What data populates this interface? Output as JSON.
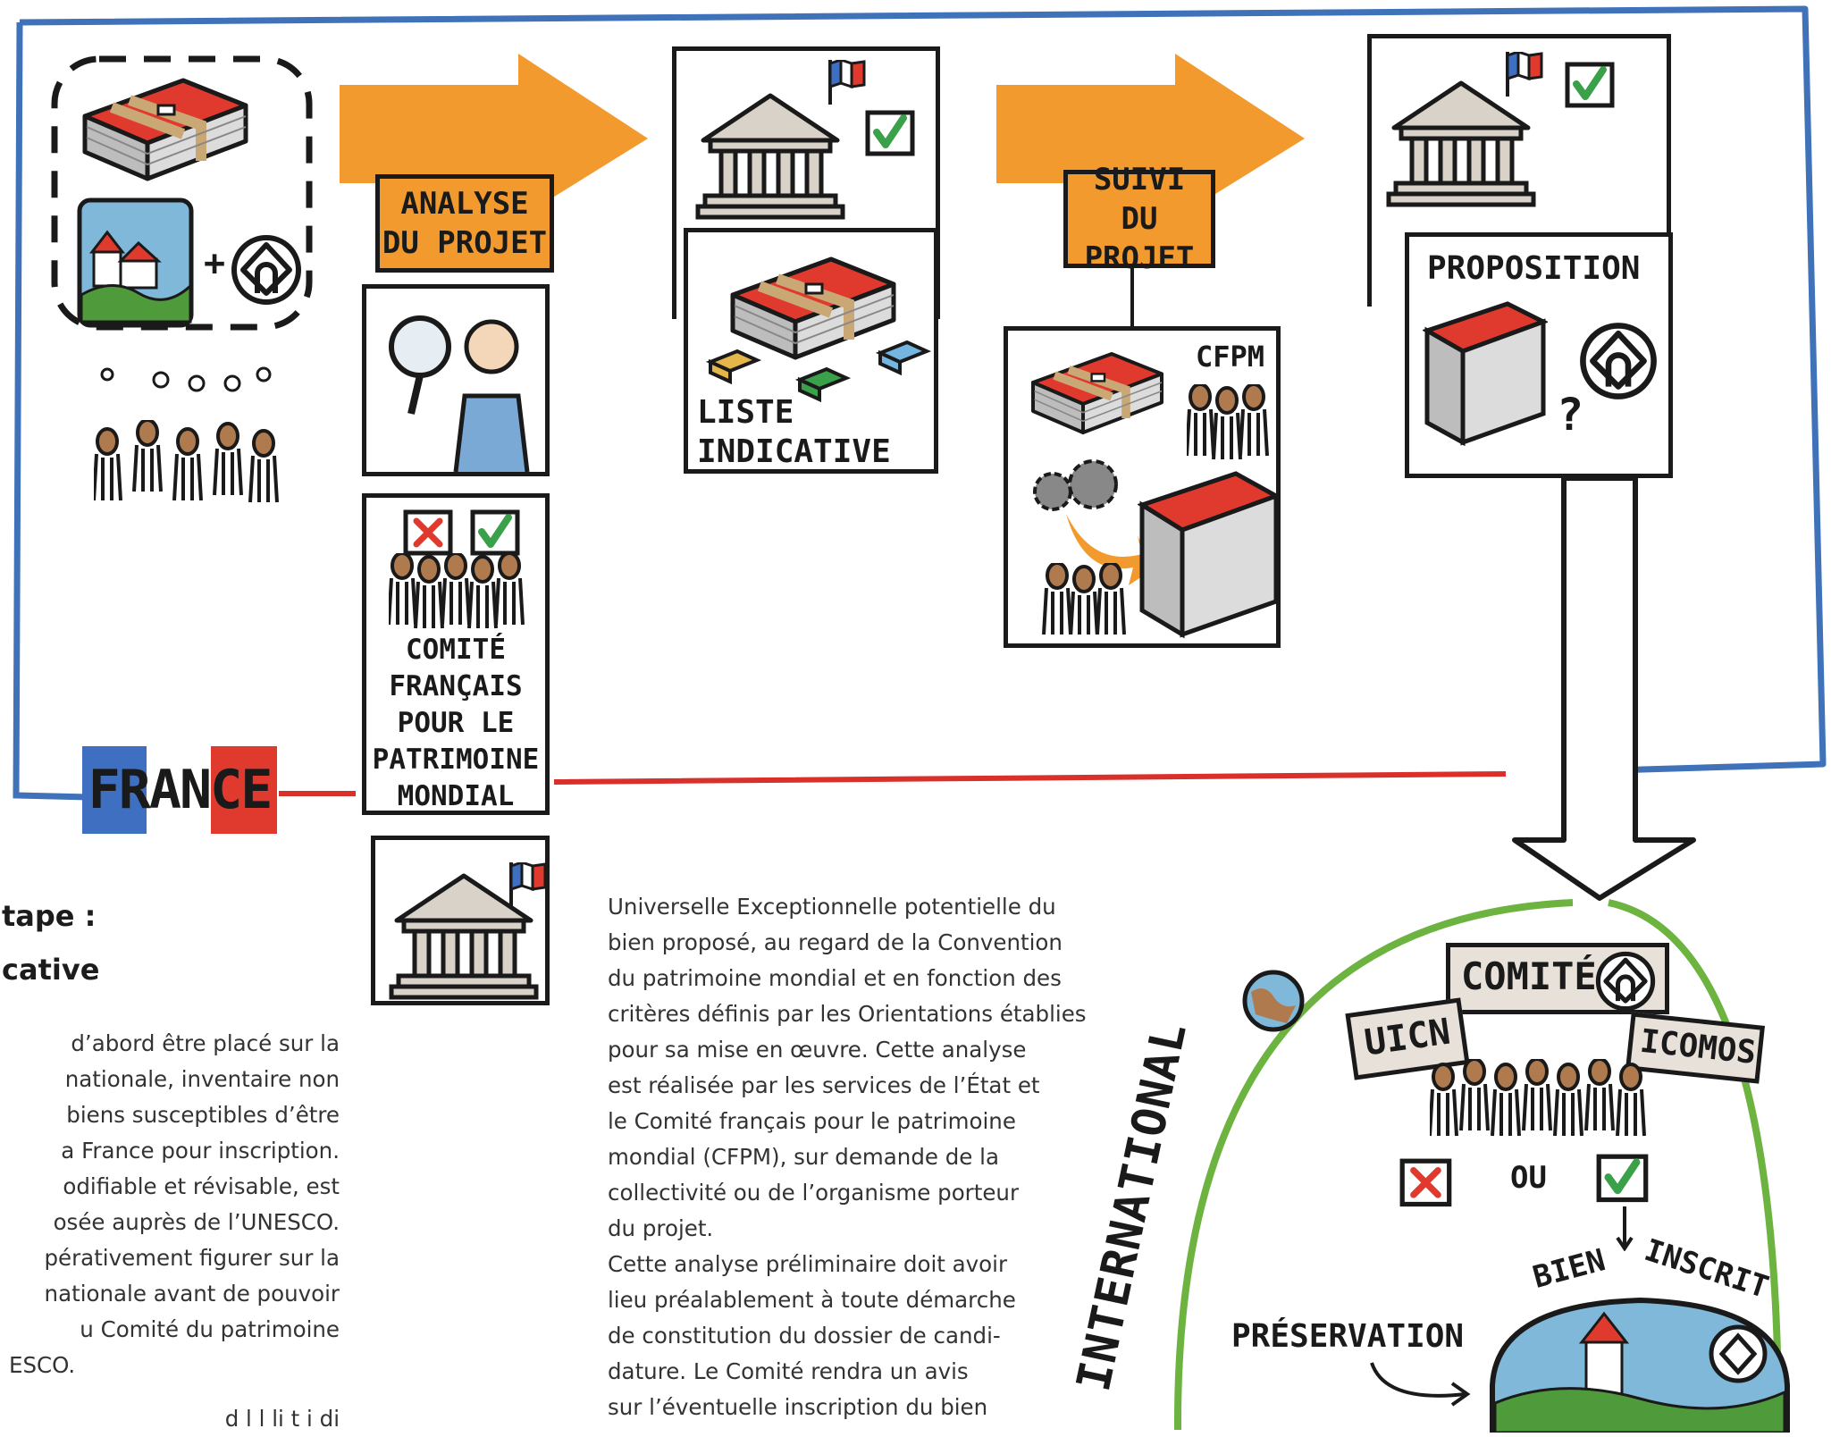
{
  "labels": {
    "analyse": "ANALYSE DU PROJET",
    "suivi": "SUIVI DU PROJET",
    "france": "FRANCE",
    "liste_indicative": "LISTE INDICATIVE",
    "cfpm": "CFPM",
    "proposition": "PROPOSITION",
    "comite_cfpm": "COMITÉ FRANÇAIS POUR LE PATRIMOINE MONDIAL",
    "international": "INTERNATIONAL",
    "comite": "COMITÉ",
    "uicn": "UICN",
    "icomos": "ICOMOS",
    "ou": "OU",
    "bien": "BIEN",
    "inscrit": "INSCRIT",
    "preservation": "PRÉSERVATION"
  },
  "left_text": {
    "heading_1": "tape :",
    "heading_2": "cative",
    "lines": [
      "d’abord être placé sur la",
      "nationale, inventaire non",
      "biens susceptibles d’être",
      "a France pour inscription.",
      "odifiable et révisable, est",
      "osée auprès de l’UNESCO.",
      "pérativement figurer sur la",
      "nationale avant de pouvoir",
      "u Comité du patrimoine",
      "ESCO.",
      "",
      "d  l    l   li t  i di"
    ]
  },
  "center_text": {
    "lines": [
      "Universelle Exceptionnelle potentielle du",
      "bien proposé, au regard de la Convention",
      "du patrimoine mondial et en fonction des",
      "critères définis par les Orientations établies",
      "pour sa mise en œuvre. Cette analyse",
      "est réalisée par les services de l’État et",
      "le Comité français pour le patrimoine",
      "mondial (CFPM), sur demande de la",
      "collectivité ou de l’organisme porteur",
      "du projet.",
      "Cette analyse préliminaire doit avoir",
      "lieu préalablement à toute démarche",
      "de constitution du dossier de candi-",
      "dature. Le Comité rendra un avis",
      "sur l’éventuelle inscription du bien"
    ]
  },
  "colors": {
    "orange": "#f29a2e",
    "blue_frame": "#3f72b8",
    "red_line": "#d9302c",
    "green_arc": "#6cb33f",
    "dossier_red": "#e03a2f",
    "check_green": "#3aa04a"
  },
  "icons": [
    "dossier-icon",
    "landscape-icon",
    "unesco-emblem-icon",
    "people-icon",
    "magnifier-expert-icon",
    "ministry-building-icon",
    "french-flag-icon",
    "check-icon",
    "cross-icon",
    "gears-icon",
    "globe-icon",
    "arrow-icon"
  ]
}
